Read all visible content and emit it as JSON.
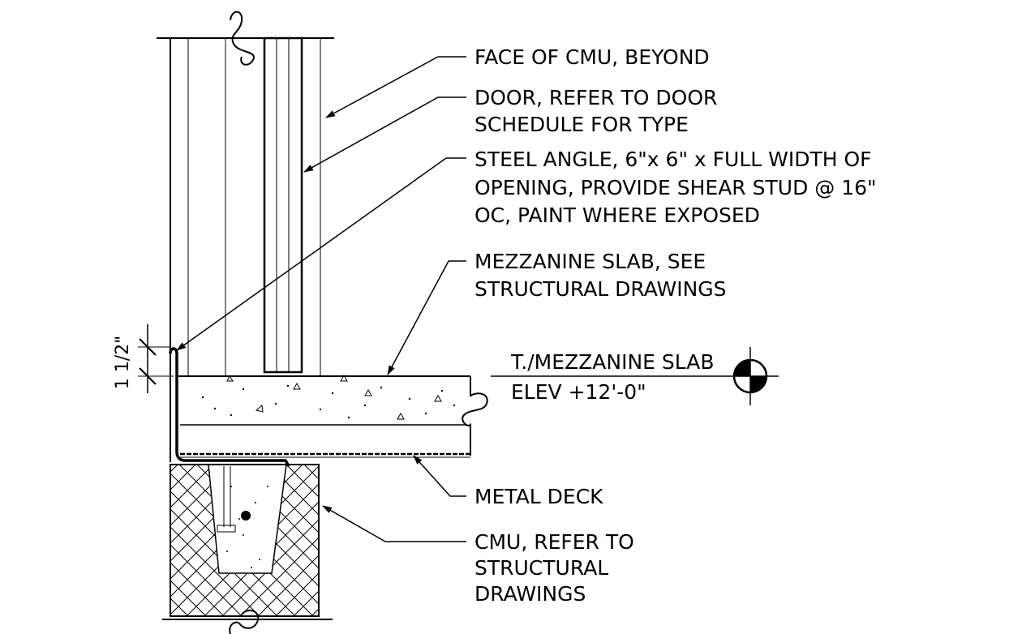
{
  "notes": {
    "face_of_cmu": [
      "FACE OF CMU, BEYOND"
    ],
    "door": [
      "DOOR, REFER TO DOOR",
      "SCHEDULE FOR TYPE"
    ],
    "steel_angle": [
      "STEEL ANGLE, 6\"x 6\" x FULL WIDTH OF",
      "OPENING, PROVIDE SHEAR STUD @ 16\"",
      "OC, PAINT WHERE EXPOSED"
    ],
    "mezzanine_slab": [
      "MEZZANINE SLAB, SEE",
      "STRUCTURAL DRAWINGS"
    ],
    "metal_deck": [
      "METAL DECK"
    ],
    "cmu": [
      "CMU, REFER TO",
      "STRUCTURAL",
      "DRAWINGS"
    ]
  },
  "elevation": {
    "label": "T./MEZZANINE SLAB",
    "value": "ELEV +12'-0\""
  },
  "dimension": {
    "value": "1 1/2\""
  },
  "colors": {
    "line": "#000000",
    "background": "#ffffff"
  }
}
